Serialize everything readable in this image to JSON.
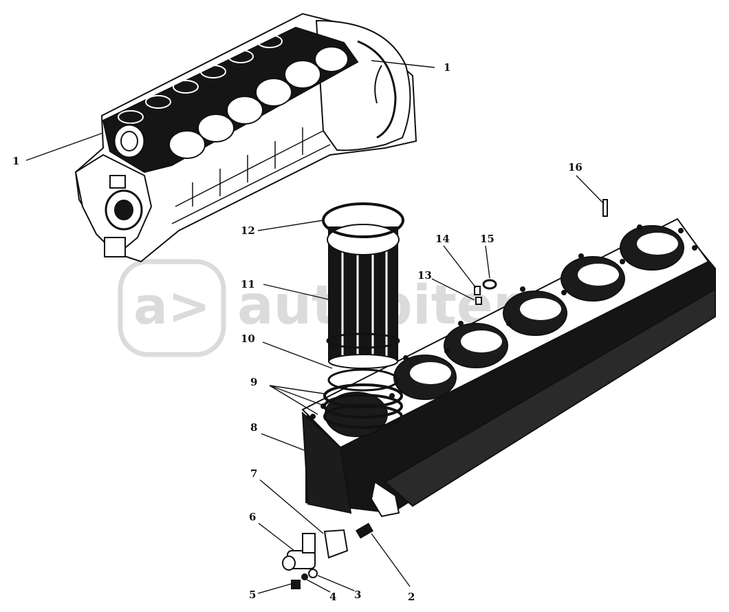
{
  "watermark": {
    "text": "autopiter.ru",
    "logo_text": "a>",
    "color": "#d8d8d8"
  },
  "colors": {
    "ink": "#111111",
    "paper": "#ffffff"
  },
  "callouts": [
    {
      "id": "1a",
      "label": "1"
    },
    {
      "id": "1b",
      "label": "1"
    },
    {
      "id": "2",
      "label": "2"
    },
    {
      "id": "3",
      "label": "3"
    },
    {
      "id": "4",
      "label": "4"
    },
    {
      "id": "5",
      "label": "5"
    },
    {
      "id": "6",
      "label": "6"
    },
    {
      "id": "7",
      "label": "7"
    },
    {
      "id": "8",
      "label": "8"
    },
    {
      "id": "9",
      "label": "9"
    },
    {
      "id": "10",
      "label": "10"
    },
    {
      "id": "11",
      "label": "11"
    },
    {
      "id": "12",
      "label": "12"
    },
    {
      "id": "13",
      "label": "13"
    },
    {
      "id": "14",
      "label": "14"
    },
    {
      "id": "15",
      "label": "15"
    },
    {
      "id": "16",
      "label": "16"
    }
  ]
}
